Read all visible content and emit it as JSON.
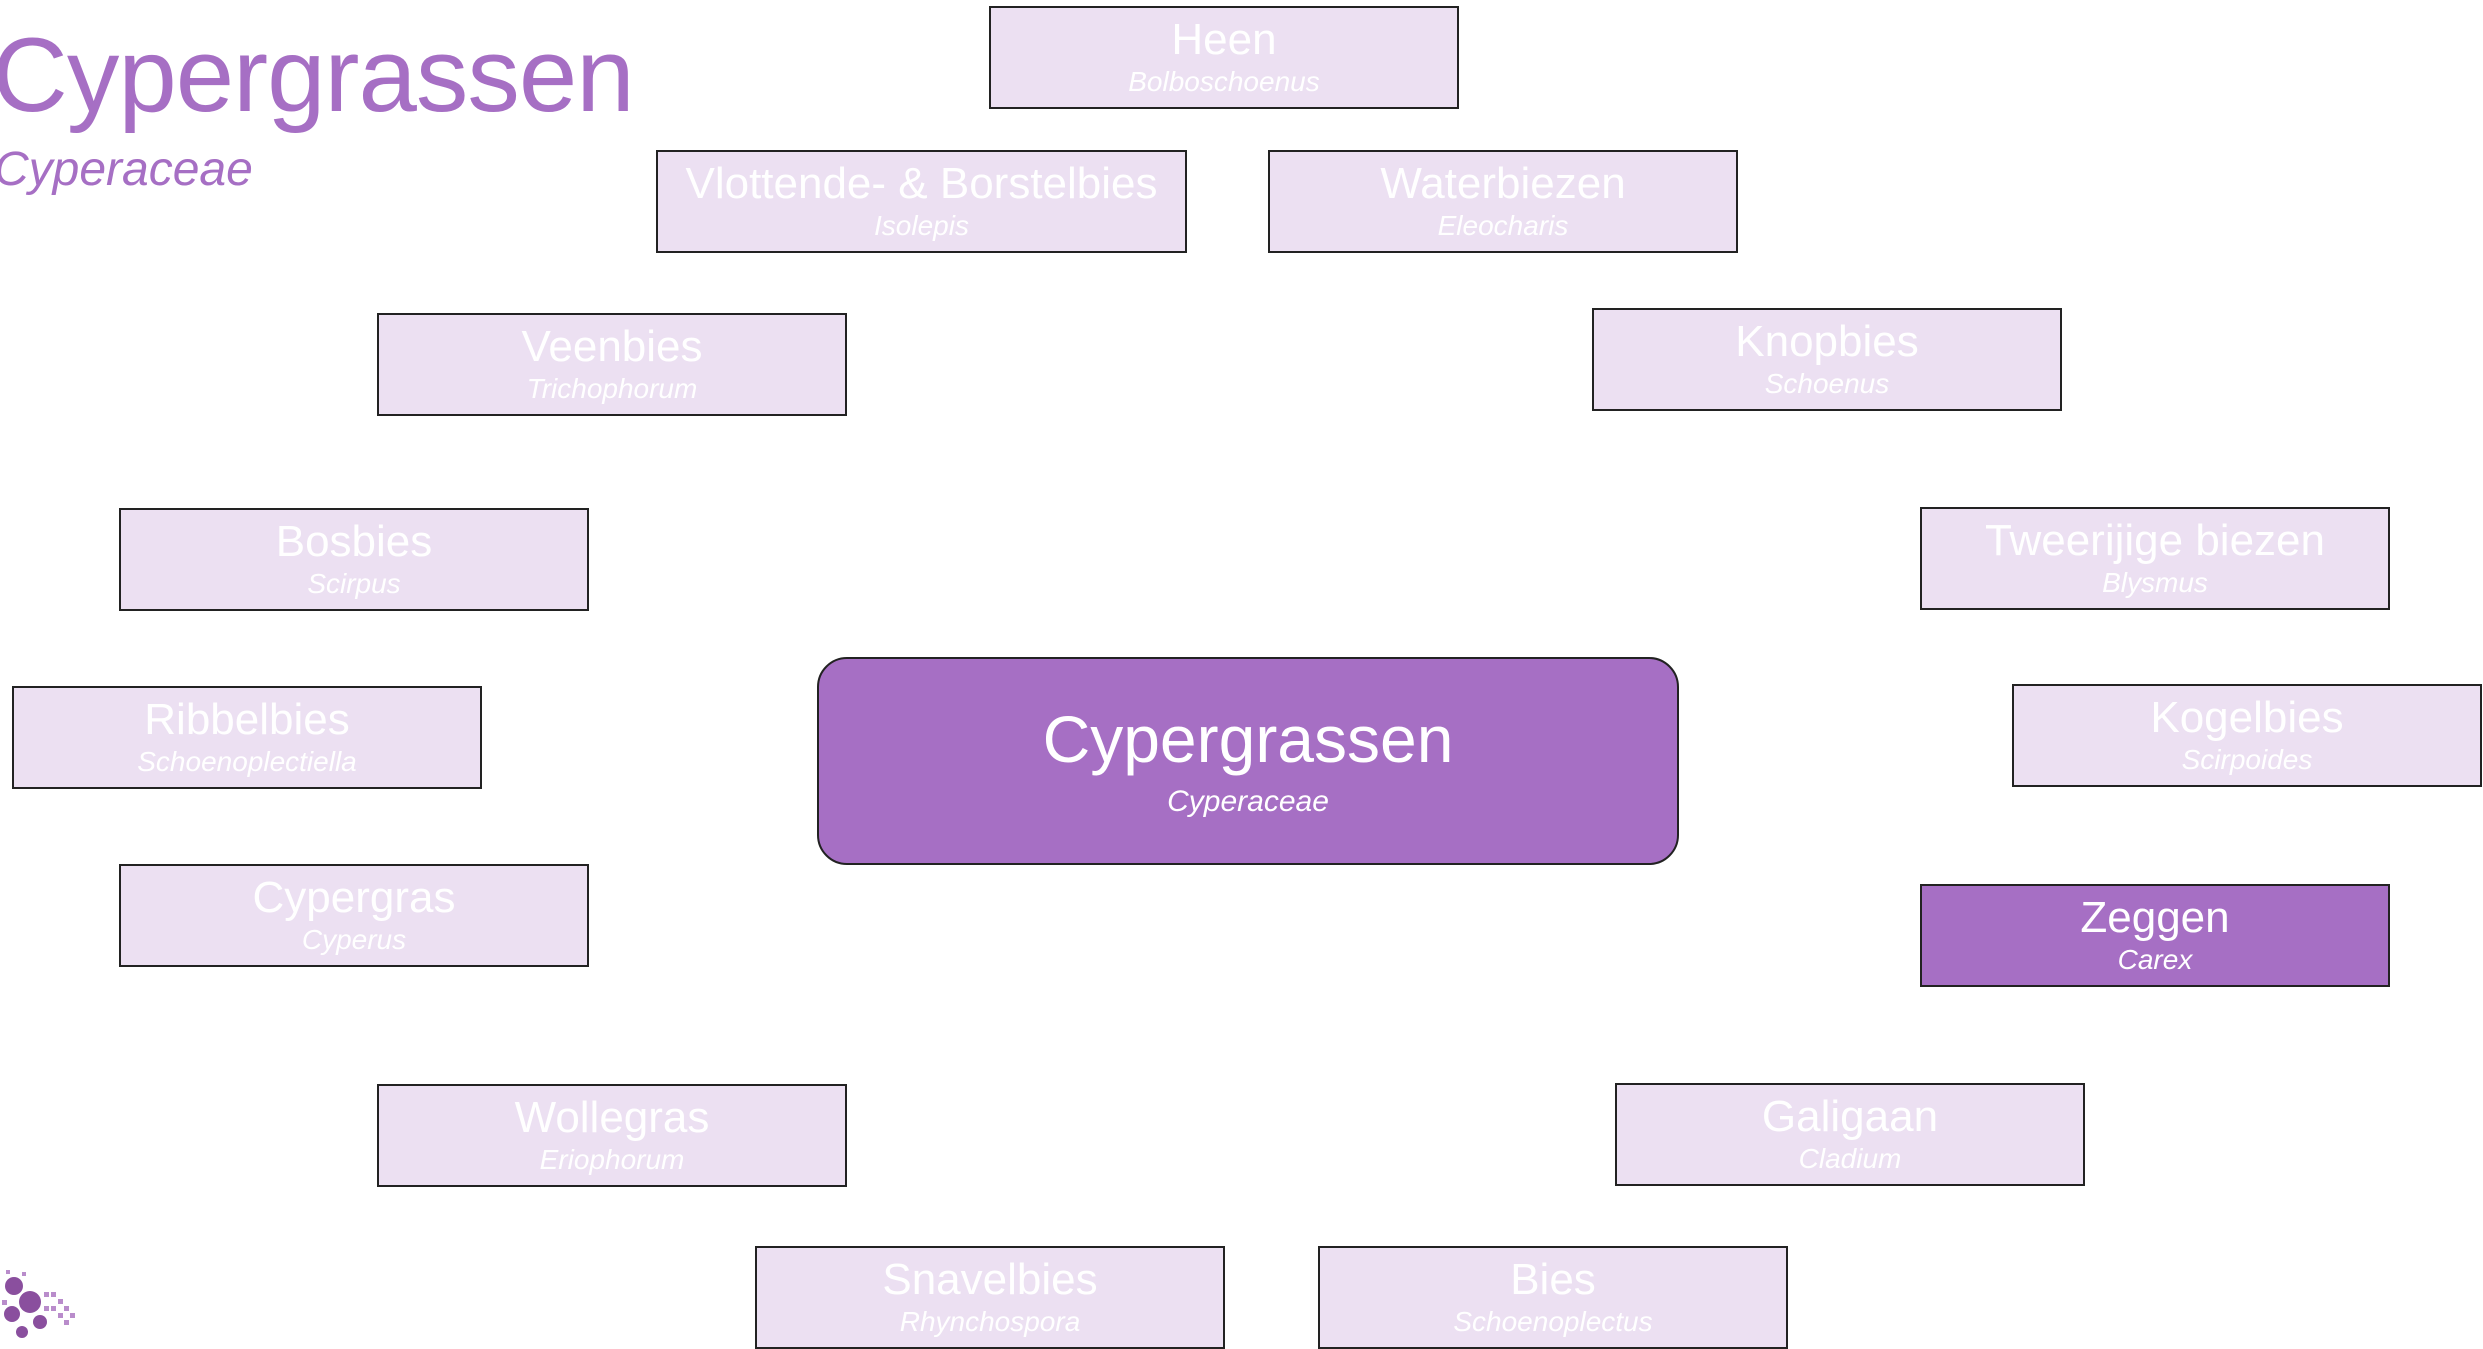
{
  "header": {
    "title": "Cypergrassen",
    "subtitle": "Cyperaceae"
  },
  "center": {
    "label": "Cypergrassen",
    "sublabel": "Cyperaceae"
  },
  "nodes": [
    {
      "label": "Heen",
      "sublabel": "Bolboschoenus"
    },
    {
      "label": "Vlottende- & Borstelbies",
      "sublabel": "Isolepis"
    },
    {
      "label": "Waterbiezen",
      "sublabel": "Eleocharis"
    },
    {
      "label": "Veenbies",
      "sublabel": "Trichophorum"
    },
    {
      "label": "Knopbies",
      "sublabel": "Schoenus"
    },
    {
      "label": "Bosbies",
      "sublabel": "Scirpus"
    },
    {
      "label": "Tweerijige biezen",
      "sublabel": "Blysmus"
    },
    {
      "label": "Ribbelbies",
      "sublabel": "Schoenoplectiella"
    },
    {
      "label": "Kogelbies",
      "sublabel": "Scirpoides"
    },
    {
      "label": "Cypergras",
      "sublabel": "Cyperus"
    },
    {
      "label": "Zeggen",
      "sublabel": "Carex"
    },
    {
      "label": "Wollegras",
      "sublabel": "Eriophorum"
    },
    {
      "label": "Galigaan",
      "sublabel": "Cladium"
    },
    {
      "label": "Snavelbies",
      "sublabel": "Rhynchospora"
    },
    {
      "label": "Bies",
      "sublabel": "Schoenoplectus"
    }
  ],
  "colors": {
    "accent": "#a66fc4",
    "node_fill": "#ece0f2",
    "border": "#222222"
  },
  "selected_node": "Zeggen",
  "logo_icon": "logo-mark"
}
